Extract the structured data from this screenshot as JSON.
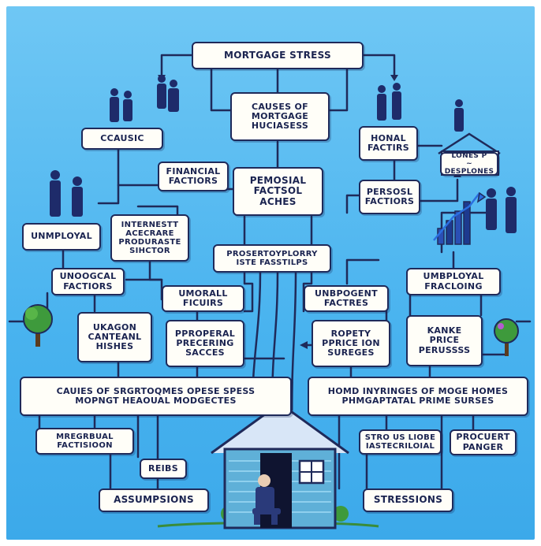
{
  "nodes": {
    "title": "MORTGAGE STRESS",
    "causes": "CAUSES OF\nMORTGAGE\nHUCIASESS",
    "ccausic": "CCAUSIC",
    "honal": "HONAL\nFACTIRS",
    "lones": "LONES P\n~ DESPLONES",
    "financial": "FINANCIAL\nFACTIORS",
    "pemosial": "PEMOSIAL\nFACTSOL\nACHES",
    "persosl": "PERSOSL\nFACTIORS",
    "unmployal": "UNMPLOYAL",
    "internest": "INTERNESTT\nACECRARE\nPRODURASTE\nSIHCTOR",
    "prosertoy": "PROSERTOYPLORRY\nISTE FASSTILPS",
    "unoogcal": "UNOOGCAL\nFACTIORS",
    "unbployal": "UMBPLOYAL\nFRACLOING",
    "umoralll": "UMORALL\nFICUIRS",
    "unbpogent": "UNBPOGENT\nFACTRES",
    "ukagon": "UKAGON\nCANTEANL\nHISHES",
    "pproperal": "PPROPERAL\nPRECERING\nSACCES",
    "ropety": "ROPETY\nPPRICE ION\nSUREGES",
    "kanke": "KANKE\nPRICE\nPERUSSSS",
    "caues_of": "CAUIES OF SRGRTOQMES OPESE SPESS\nMOPNGT HEAOUAL MODGECTES",
    "homd": "HOMD INYRINGES OF MOGE HOMES\nPHMGAPTATAL PRIME SURSES",
    "mregrbual": "MREGRBUAL\nFACTISIOON",
    "stro_us": "STRO US LIOBE\nIASTECRILOIAL",
    "procuert": "PROCUERT\nPANGER",
    "reibs": "REIBS",
    "assumpsions": "ASSUMPSIONS",
    "stressions": "STRESSIONS"
  },
  "colors": {
    "background_top": "#6fc7f4",
    "background_bottom": "#3ca9ea",
    "box_fill": "#fffef8",
    "ink": "#1f2a5a",
    "house": "#5fb0d8",
    "tree": "#3e9a3c"
  }
}
